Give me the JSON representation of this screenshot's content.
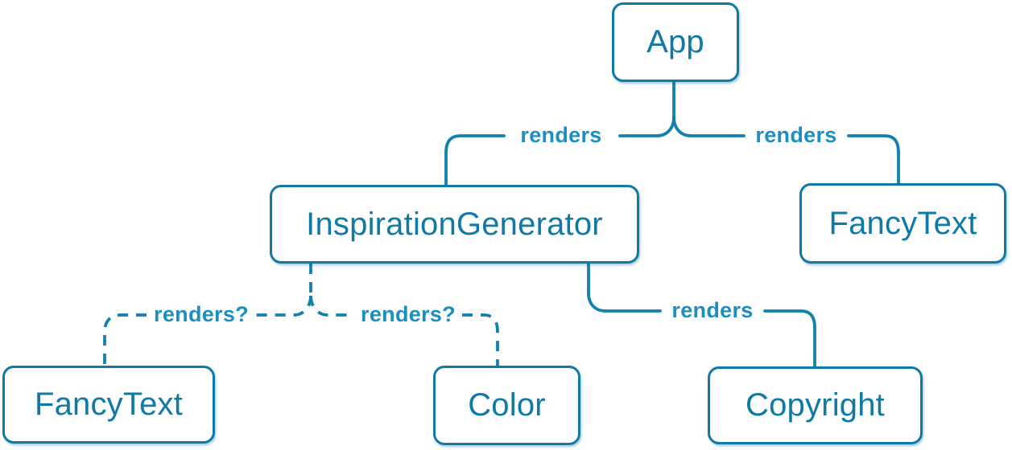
{
  "diagram": {
    "name": "react-component-tree",
    "colors": {
      "node_border": "#0e7aa5",
      "node_text": "#0e7aa5",
      "line": "#1281ac",
      "edge_label_text": "#1b8fc0",
      "background": "#ffffff"
    },
    "nodes": [
      {
        "id": "app",
        "label": "App"
      },
      {
        "id": "inspiration-generator",
        "label": "InspirationGenerator"
      },
      {
        "id": "fancy-text-right",
        "label": "FancyText"
      },
      {
        "id": "fancy-text-left",
        "label": "FancyText"
      },
      {
        "id": "color",
        "label": "Color"
      },
      {
        "id": "copyright",
        "label": "Copyright"
      }
    ],
    "edges": [
      {
        "from": "App",
        "to": "InspirationGenerator",
        "label": "renders",
        "style": "solid"
      },
      {
        "from": "App",
        "to": "FancyText",
        "label": "renders",
        "style": "solid"
      },
      {
        "from": "InspirationGenerator",
        "to": "FancyText",
        "label": "renders?",
        "style": "dashed"
      },
      {
        "from": "InspirationGenerator",
        "to": "Color",
        "label": "renders?",
        "style": "dashed"
      },
      {
        "from": "InspirationGenerator",
        "to": "Copyright",
        "label": "renders",
        "style": "solid"
      }
    ]
  }
}
